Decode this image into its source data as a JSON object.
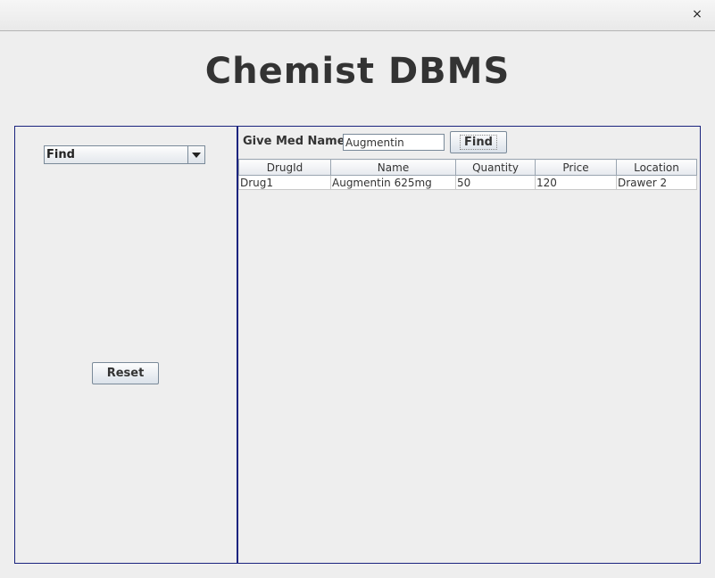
{
  "window": {
    "close_glyph": "×"
  },
  "app": {
    "title": "Chemist DBMS"
  },
  "left_panel": {
    "mode_select": {
      "selected": "Find"
    },
    "reset_label": "Reset"
  },
  "search": {
    "label": "Give Med Name",
    "value": "Augmentin",
    "button_label": "Find"
  },
  "table": {
    "columns": [
      "DrugId",
      "Name",
      "Quantity",
      "Price",
      "Location"
    ],
    "rows": [
      [
        "Drug1",
        "Augmentin 625mg",
        "50",
        "120",
        "Drawer 2"
      ]
    ]
  }
}
